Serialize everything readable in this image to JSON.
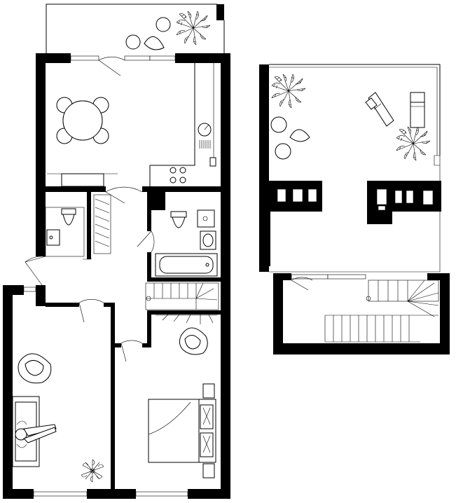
{
  "plan": {
    "levels": [
      {
        "id": "lower-level",
        "rooms": [
          "kitchen-dining",
          "bathroom-1",
          "bathroom-2",
          "hall",
          "living-room",
          "bedroom",
          "lower-terrace"
        ]
      },
      {
        "id": "upper-level",
        "rooms": [
          "roof-terrace",
          "staircase-landing"
        ]
      }
    ],
    "colors": {
      "wall": "#000000",
      "background": "#ffffff"
    },
    "icons": [
      "dining-table-icon",
      "chair-icon",
      "palm-plant-icon",
      "sun-lounger-icon",
      "armchair-icon",
      "sofa-icon",
      "bed-icon",
      "toilet-icon",
      "sink-icon",
      "bathtub-icon",
      "stove-icon",
      "staircase-icon",
      "person-icon",
      "door-swing-icon"
    ]
  }
}
